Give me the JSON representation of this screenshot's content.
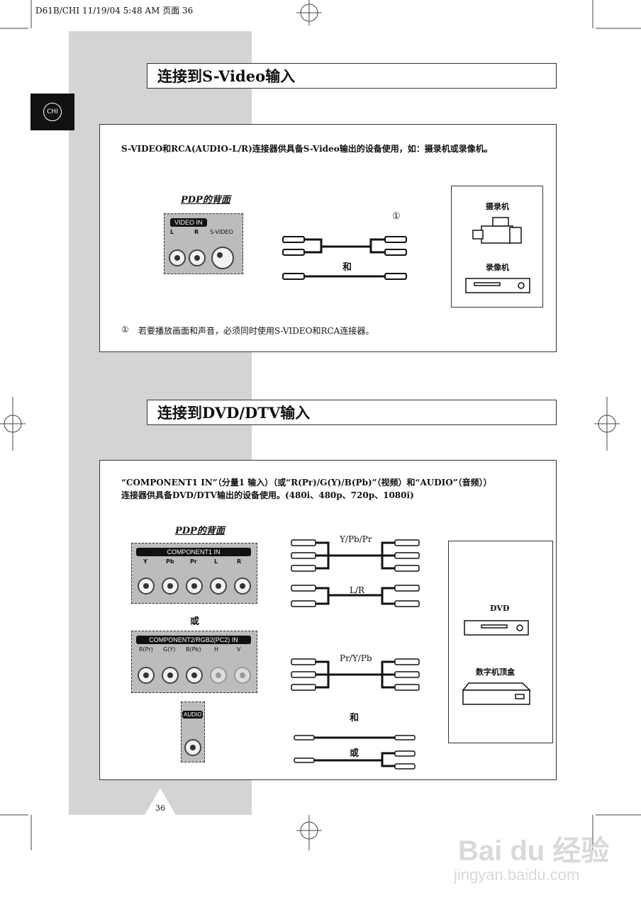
{
  "header": {
    "text": "D61B/CHI  11/19/04  5:48 AM  页面 36"
  },
  "tab": {
    "label": "CHI"
  },
  "section1": {
    "title": "连接到S-Video输入",
    "desc": "S-VIDEO和RCA(AUDIO-L/R)连接器供具备S-Video输出的设备使用，如：摄录机或录像机。",
    "panel_label": "PDP的背面",
    "plate": "VIDEO IN",
    "ports": [
      "L",
      "R",
      "S-VIDEO"
    ],
    "circled_one": "①",
    "and_label": "和",
    "device1": "摄录机",
    "device2": "录像机",
    "footnote_mark": "①",
    "footnote": "若要播放画面和声音，必须同时使用S-VIDEO和RCA连接器。"
  },
  "section2": {
    "title": "连接到DVD/DTV输入",
    "desc_line1": "“COMPONENT1 IN”（分量1 输入）（或“R(Pr)/G(Y)/B(Pb)”（视频）和“AUDIO”（音频））",
    "desc_line2": "连接器供具备DVD/DTV输出的设备使用。(480i、480p、720p、1080i)",
    "panel_label": "PDP的背面",
    "comp1_plate": "COMPONENT1 IN",
    "comp1_ports": [
      "Y",
      "Pb",
      "Pr",
      "L",
      "R"
    ],
    "or_label": "或",
    "comp2_plate": "COMPONENT2/RGB2(PC2) IN",
    "comp2_ports": [
      "R(Pr)",
      "G(Y)",
      "B(Pb)",
      "H",
      "V"
    ],
    "audio_plate": "AUDIO",
    "cable1_label": "Y/Pb/Pr",
    "cable2_label": "L/R",
    "cable3_label": "Pr/Y/Pb",
    "and_label": "和",
    "or2_label": "或",
    "device1": "DVD",
    "device2": "数字机顶盒"
  },
  "page_number": "36",
  "watermark": {
    "brand": "Bai du 经验",
    "url": "jingyan.baidu.com"
  }
}
